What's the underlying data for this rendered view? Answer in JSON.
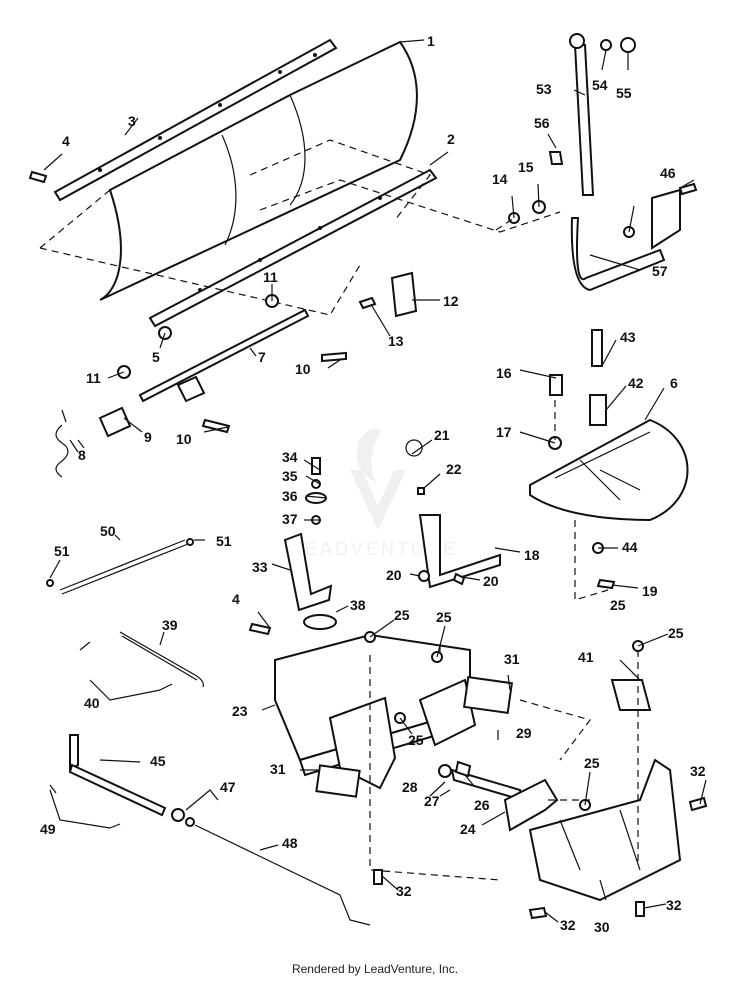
{
  "diagram": {
    "footer": "Rendered by LeadVenture, Inc.",
    "watermark": "LEADVENTURE",
    "labels": [
      {
        "id": "1",
        "text": "1"
      },
      {
        "id": "2",
        "text": "2"
      },
      {
        "id": "3",
        "text": "3"
      },
      {
        "id": "4a",
        "text": "4"
      },
      {
        "id": "5",
        "text": "5"
      },
      {
        "id": "6",
        "text": "6"
      },
      {
        "id": "7",
        "text": "7"
      },
      {
        "id": "8",
        "text": "8"
      },
      {
        "id": "9",
        "text": "9"
      },
      {
        "id": "10a",
        "text": "10"
      },
      {
        "id": "10b",
        "text": "10"
      },
      {
        "id": "11a",
        "text": "11"
      },
      {
        "id": "11b",
        "text": "11"
      },
      {
        "id": "12",
        "text": "12"
      },
      {
        "id": "13",
        "text": "13"
      },
      {
        "id": "14",
        "text": "14"
      },
      {
        "id": "15",
        "text": "15"
      },
      {
        "id": "16",
        "text": "16"
      },
      {
        "id": "17",
        "text": "17"
      },
      {
        "id": "18",
        "text": "18"
      },
      {
        "id": "19",
        "text": "19"
      },
      {
        "id": "20a",
        "text": "20"
      },
      {
        "id": "20b",
        "text": "20"
      },
      {
        "id": "21",
        "text": "21"
      },
      {
        "id": "22",
        "text": "22"
      },
      {
        "id": "23",
        "text": "23"
      },
      {
        "id": "24",
        "text": "24"
      },
      {
        "id": "25a",
        "text": "25"
      },
      {
        "id": "25b",
        "text": "25"
      },
      {
        "id": "25c",
        "text": "25"
      },
      {
        "id": "25d",
        "text": "25"
      },
      {
        "id": "25e",
        "text": "25"
      },
      {
        "id": "25f",
        "text": "25"
      },
      {
        "id": "26",
        "text": "26"
      },
      {
        "id": "27",
        "text": "27"
      },
      {
        "id": "28",
        "text": "28"
      },
      {
        "id": "29",
        "text": "29"
      },
      {
        "id": "30",
        "text": "30"
      },
      {
        "id": "31a",
        "text": "31"
      },
      {
        "id": "31b",
        "text": "31"
      },
      {
        "id": "32a",
        "text": "32"
      },
      {
        "id": "32b",
        "text": "32"
      },
      {
        "id": "32c",
        "text": "32"
      },
      {
        "id": "32d",
        "text": "32"
      },
      {
        "id": "33",
        "text": "33"
      },
      {
        "id": "34",
        "text": "34"
      },
      {
        "id": "35",
        "text": "35"
      },
      {
        "id": "36",
        "text": "36"
      },
      {
        "id": "37",
        "text": "37"
      },
      {
        "id": "38",
        "text": "38"
      },
      {
        "id": "39",
        "text": "39"
      },
      {
        "id": "40",
        "text": "40"
      },
      {
        "id": "41",
        "text": "41"
      },
      {
        "id": "42",
        "text": "42"
      },
      {
        "id": "43",
        "text": "43"
      },
      {
        "id": "44",
        "text": "44"
      },
      {
        "id": "45",
        "text": "45"
      },
      {
        "id": "46",
        "text": "46"
      },
      {
        "id": "47",
        "text": "47"
      },
      {
        "id": "48",
        "text": "48"
      },
      {
        "id": "49",
        "text": "49"
      },
      {
        "id": "50",
        "text": "50"
      },
      {
        "id": "51a",
        "text": "51"
      },
      {
        "id": "51b",
        "text": "51"
      },
      {
        "id": "53",
        "text": "53"
      },
      {
        "id": "54",
        "text": "54"
      },
      {
        "id": "55",
        "text": "55"
      },
      {
        "id": "56",
        "text": "56"
      },
      {
        "id": "57",
        "text": "57"
      },
      {
        "id": "4b",
        "text": "4"
      }
    ]
  }
}
